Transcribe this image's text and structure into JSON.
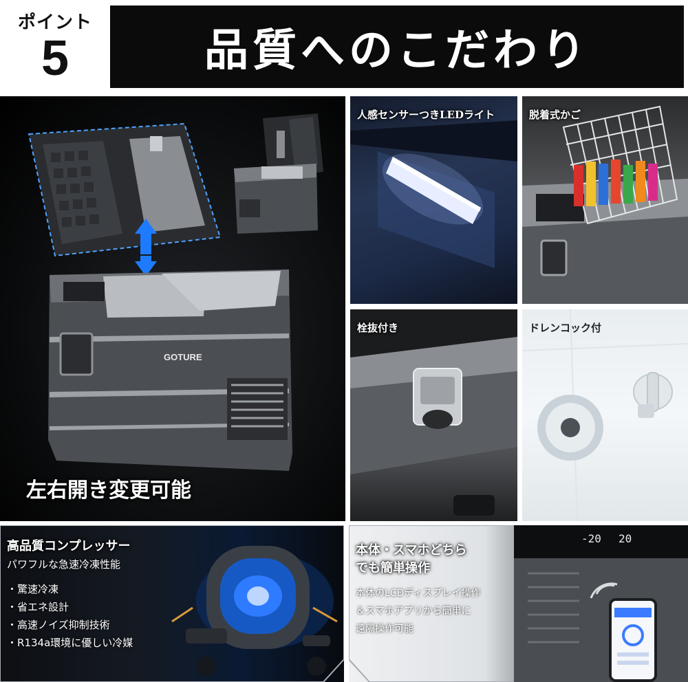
{
  "header": {
    "point_label": "ポイント",
    "point_number": "5",
    "title": "品質へのこだわり"
  },
  "panels": {
    "main": {
      "caption": "左右開き変更可能",
      "brand": "GOTURE"
    },
    "led": {
      "caption": "人感センサーつきLEDライト"
    },
    "basket": {
      "caption": "脱着式かご"
    },
    "latch": {
      "caption": "栓抜付き"
    },
    "drain": {
      "caption": "ドレンコック付"
    },
    "compressor": {
      "title": "高品質コンプレッサー",
      "subtitle": "パワフルな急速冷凍性能",
      "features": [
        "驚速冷凍",
        "省エネ設計",
        "高速ノイズ抑制技術",
        "R134a環境に優しい冷媒"
      ]
    },
    "app": {
      "title_line1": "本体・スマホどちら",
      "title_line2": "でも簡単操作",
      "desc_line1": "本体のLCDディスプレイ操作",
      "desc_line2": "＆スマホアプリから簡単に",
      "desc_line3": "遠隔操作可能",
      "display_temp1": "-20",
      "display_temp2": "20"
    }
  },
  "colors": {
    "title_bg": "#0b0b0b",
    "led_glow": "#e8eeff",
    "compressor_glow": "#2f7bff"
  }
}
